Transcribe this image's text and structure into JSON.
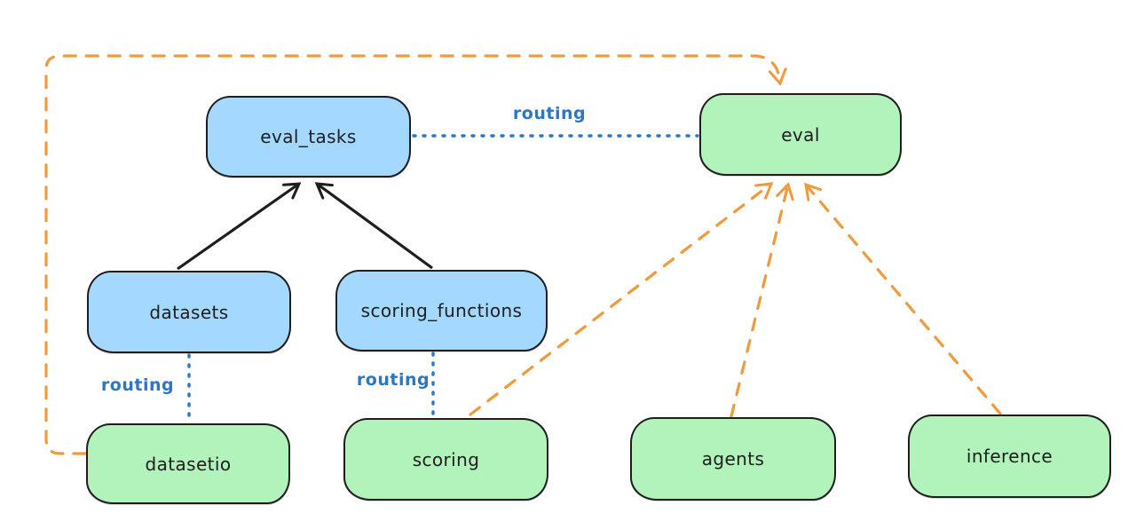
{
  "diagram": {
    "background": "#ffffff",
    "colors": {
      "node_stroke": "#1e1e1e",
      "blue_node_fill": "#a5d8ff",
      "green_node_fill": "#b2f2bb",
      "routing_blue": "#2b77c5",
      "provider_orange": "#ef9b3d",
      "text_black": "#1e1e1e"
    },
    "nodes": [
      {
        "id": "eval_tasks",
        "label": "eval_tasks",
        "fill": "#a5d8ff"
      },
      {
        "id": "datasets",
        "label": "datasets",
        "fill": "#a5d8ff"
      },
      {
        "id": "scoring_functions",
        "label": "scoring_functions",
        "fill": "#a5d8ff"
      },
      {
        "id": "eval",
        "label": "eval",
        "fill": "#b2f2bb"
      },
      {
        "id": "datasetio",
        "label": "datasetio",
        "fill": "#b2f2bb"
      },
      {
        "id": "scoring",
        "label": "scoring",
        "fill": "#b2f2bb"
      },
      {
        "id": "agents",
        "label": "agents",
        "fill": "#b2f2bb"
      },
      {
        "id": "inference",
        "label": "inference",
        "fill": "#b2f2bb"
      }
    ],
    "edge_labels": [
      {
        "text": "routing"
      },
      {
        "text": "routing"
      },
      {
        "text": "routing"
      }
    ],
    "edges": [
      {
        "from": "datasets",
        "to": "eval_tasks",
        "style": "solid",
        "color": "#1e1e1e",
        "arrow": true
      },
      {
        "from": "scoring_functions",
        "to": "eval_tasks",
        "style": "solid",
        "color": "#1e1e1e",
        "arrow": true
      },
      {
        "from": "eval_tasks",
        "to": "eval",
        "style": "dotted",
        "color": "#2b77c5",
        "arrow": false,
        "label": "routing"
      },
      {
        "from": "datasets",
        "to": "datasetio",
        "style": "dotted",
        "color": "#2b77c5",
        "arrow": false,
        "label": "routing"
      },
      {
        "from": "scoring_functions",
        "to": "scoring",
        "style": "dotted",
        "color": "#2b77c5",
        "arrow": false,
        "label": "routing"
      },
      {
        "from": "datasetio",
        "to": "eval",
        "style": "dashed",
        "color": "#ef9b3d",
        "arrow": true
      },
      {
        "from": "scoring",
        "to": "eval",
        "style": "dashed",
        "color": "#ef9b3d",
        "arrow": true
      },
      {
        "from": "agents",
        "to": "eval",
        "style": "dashed",
        "color": "#ef9b3d",
        "arrow": true
      },
      {
        "from": "inference",
        "to": "eval",
        "style": "dashed",
        "color": "#ef9b3d",
        "arrow": true
      }
    ]
  }
}
